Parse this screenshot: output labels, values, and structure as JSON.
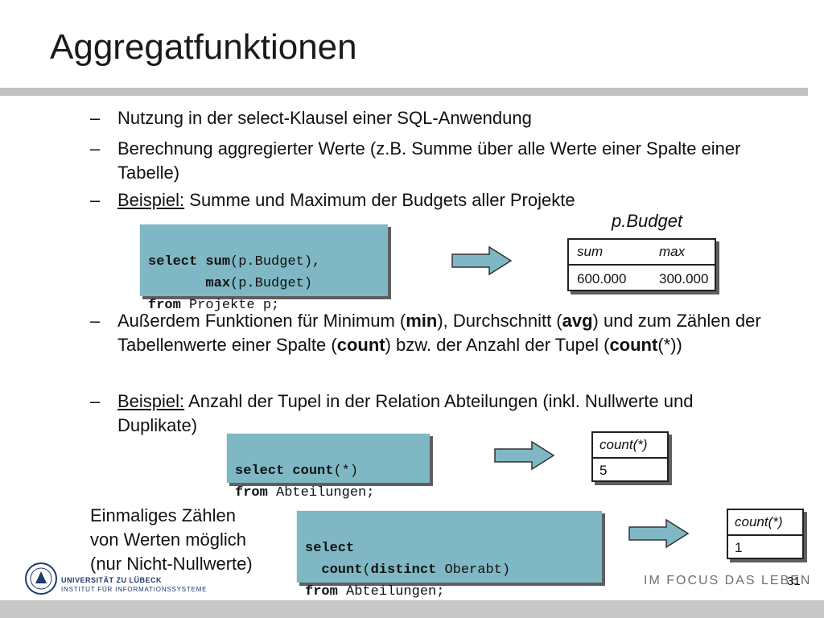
{
  "slide": {
    "title": "Aggregatfunktionen",
    "bullets": [
      {
        "dash": "–",
        "text": "Nutzung in der select-Klausel einer SQL-Anwendung"
      },
      {
        "dash": "–",
        "text": "Berechnung aggregierter Werte (z.B. Summe über alle Werte einer Spalte einer Tabelle)"
      },
      {
        "dash": "–",
        "prefix": "Beispiel:",
        "text": " Summe und Maximum der Budgets aller Projekte"
      },
      {
        "dash": "–",
        "parts": [
          "Außerdem Funktionen für Minimum (",
          "min",
          "), Durchschnitt (",
          "avg",
          ") und zum Zählen der Tabellenwerte einer Spalte (",
          "count",
          ") bzw. der Anzahl der Tupel (",
          "count",
          "(*))"
        ]
      },
      {
        "dash": "–",
        "prefix": "Beispiel:",
        "text": " Anzahl der Tupel in der Relation Abteilungen (inkl. Nullwerte und Duplikate)"
      }
    ],
    "note": [
      "Einmaliges Zählen",
      "von Werten möglich",
      "(nur Nicht-Nullwerte)"
    ],
    "page_number": "31",
    "slogan": "IM FOCUS DAS LEBEN"
  },
  "example1": {
    "code": [
      {
        "kw1": "select",
        "mid1": " ",
        "kw2": "sum",
        "rest": "(p.Budget),"
      },
      {
        "kw1": "",
        "mid1": "       ",
        "kw2": "max",
        "rest": "(p.Budget)"
      },
      {
        "kw1": "from",
        "mid1": " ",
        "kw2": "",
        "rest": "Projekte p;"
      }
    ],
    "table_label": "p.Budget",
    "columns": [
      "sum",
      "max"
    ],
    "values": [
      "600.000",
      "300.000"
    ]
  },
  "example2": {
    "code": [
      {
        "kw1": "select",
        "mid1": " ",
        "kw2": "count",
        "rest": "(*)"
      },
      {
        "kw1": "from",
        "mid1": " ",
        "kw2": "",
        "rest": "Abteilungen;"
      }
    ],
    "column": "count(*)",
    "value": "5"
  },
  "example3": {
    "code": [
      {
        "kw1": "select",
        "mid1": "",
        "kw2": "",
        "rest": ""
      },
      {
        "kw1": "",
        "mid1": "  ",
        "kw2": "count",
        "rest": "(",
        "kw3": "distinct",
        "rest2": " Oberabt)"
      },
      {
        "kw1": "from",
        "mid1": " ",
        "kw2": "",
        "rest": "Abteilungen;"
      }
    ],
    "column": "count(*)",
    "value": "1"
  },
  "university": {
    "name": "UNIVERSITÄT ZU LÜBECK",
    "institute": "INSTITUT FÜR INFORMATIONSSYSTEME"
  },
  "colors": {
    "code_bg": "#7fb8c4",
    "arrow_fill": "#7fb8c4",
    "rule": "#c2c2c2"
  }
}
